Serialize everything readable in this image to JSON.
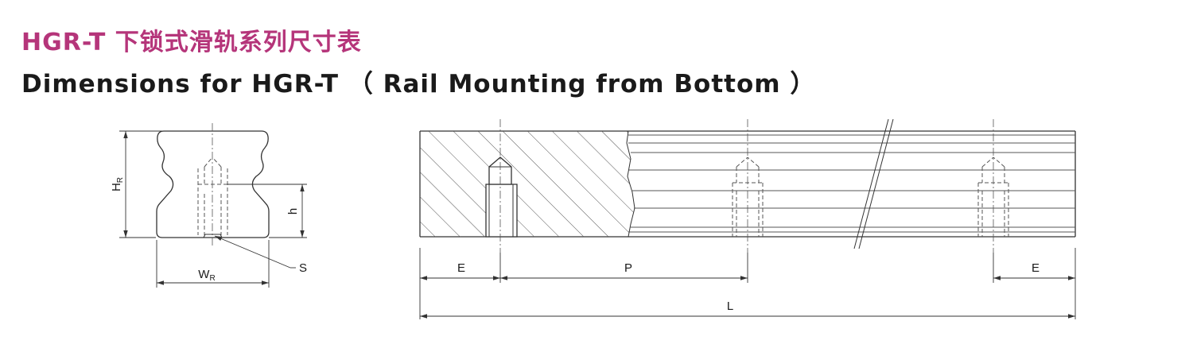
{
  "title_cn": "HGR-T 下锁式滑轨系列尺寸表",
  "title_en": "Dimensions for  HGR-T （ Rail Mounting from Bottom ）",
  "colors": {
    "title_cn": "#b5357a",
    "title_en": "#1a1a1a",
    "line": "#333333",
    "hidden": "#555555"
  },
  "dimensions": {
    "H_main": "H",
    "H_sub": "R",
    "h": "h",
    "W_main": "W",
    "W_sub": "R",
    "S": "S",
    "E_left": "E",
    "P": "P",
    "E_right": "E",
    "L": "L"
  }
}
